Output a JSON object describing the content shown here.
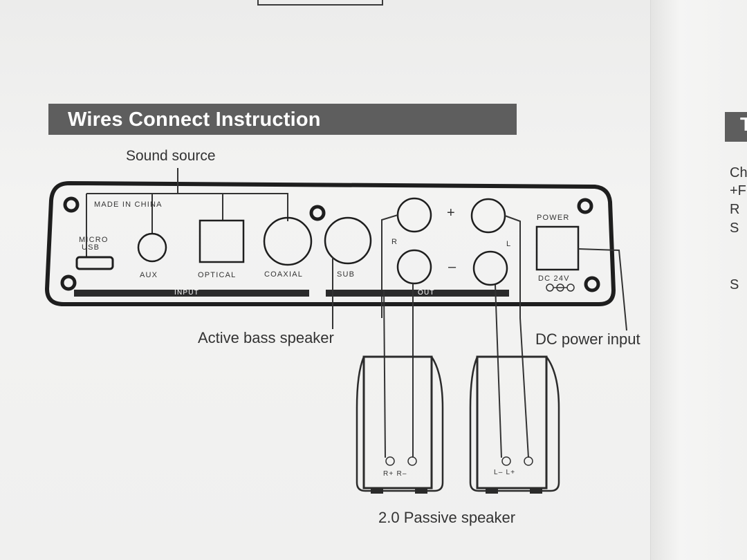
{
  "section_title": "Wires Connect Instruction",
  "right_bar_glyph": "T",
  "right_column": [
    "Ch",
    "+F",
    "R",
    "S",
    "S"
  ],
  "labels": {
    "sound_source": "Sound source",
    "active_bass": "Active bass speaker",
    "dc_power": "DC power input",
    "passive": "2.0 Passive speaker"
  },
  "panel": {
    "made_in": "MADE IN CHINA",
    "micro": "MICRO",
    "usb": "USB",
    "aux": "AUX",
    "optical": "OPTICAL",
    "coaxial": "COAXIAL",
    "sub": "SUB",
    "input": "INPUT",
    "out": "OUT",
    "power": "POWER",
    "dc24": "DC 24V",
    "r": "R",
    "l": "L",
    "plus": "+",
    "minus": "–"
  },
  "speakers": {
    "right_terminals": "R+  R–",
    "left_terminals": "L–  L+"
  }
}
